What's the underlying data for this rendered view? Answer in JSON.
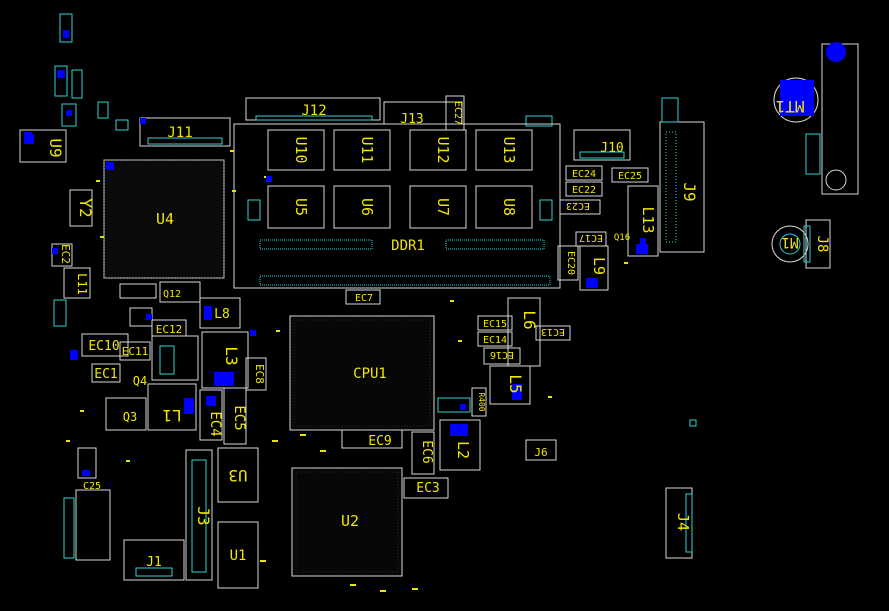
{
  "board": {
    "background": "#000000",
    "colors": {
      "silkscreen_text": "#f2e600",
      "outline": "#d8d8d8",
      "copper_pad": "#0000ff",
      "pin_cyan": "#2fd2d2"
    }
  },
  "labels": {
    "j12": "J12",
    "j11": "J11",
    "j13": "J13",
    "j10": "J10",
    "j9": "J9",
    "j8": "J8",
    "j6": "J6",
    "j4": "J4",
    "j3": "J3",
    "j1": "J1",
    "u4": "U4",
    "u9": "U9",
    "u3": "U3",
    "u2": "U2",
    "u1": "U1",
    "mem_u10": "U10",
    "mem_u11": "U11",
    "mem_u12": "U12",
    "mem_u13": "U13",
    "mem_u5": "U5",
    "mem_u6": "U6",
    "mem_u7": "U7",
    "mem_u8": "U8",
    "ddr": "DDR1",
    "cpu": "CPU1",
    "l8": "L8",
    "l3": "L3",
    "l1": "L1",
    "l2": "L2",
    "l6": "L6",
    "l5": "L5",
    "l9": "L9",
    "l13": "L13",
    "l11": "L11",
    "ec10": "EC10",
    "ec11": "EC11",
    "ec12": "EC12",
    "ec1": "EC1",
    "ec3": "EC3",
    "ec4": "EC4",
    "ec5": "EC5",
    "ec6": "EC6",
    "ec7": "EC7",
    "ec8": "EC8",
    "ec9": "EC9",
    "ec13": "EC13",
    "ec14": "EC14",
    "ec15": "EC15",
    "ec16": "EC16",
    "ec17": "EC17",
    "ec20": "EC20",
    "ec22": "EC22",
    "ec23": "EC23",
    "ec24": "EC24",
    "ec25": "EC25",
    "ec27": "EC27",
    "ec2": "EC2",
    "c25": "C25",
    "q3": "Q3",
    "q4": "Q4",
    "q12": "Q12",
    "q16": "Q16",
    "y2": "Y2",
    "m1": "M1",
    "mt1": "MT1",
    "r400": "R400"
  }
}
